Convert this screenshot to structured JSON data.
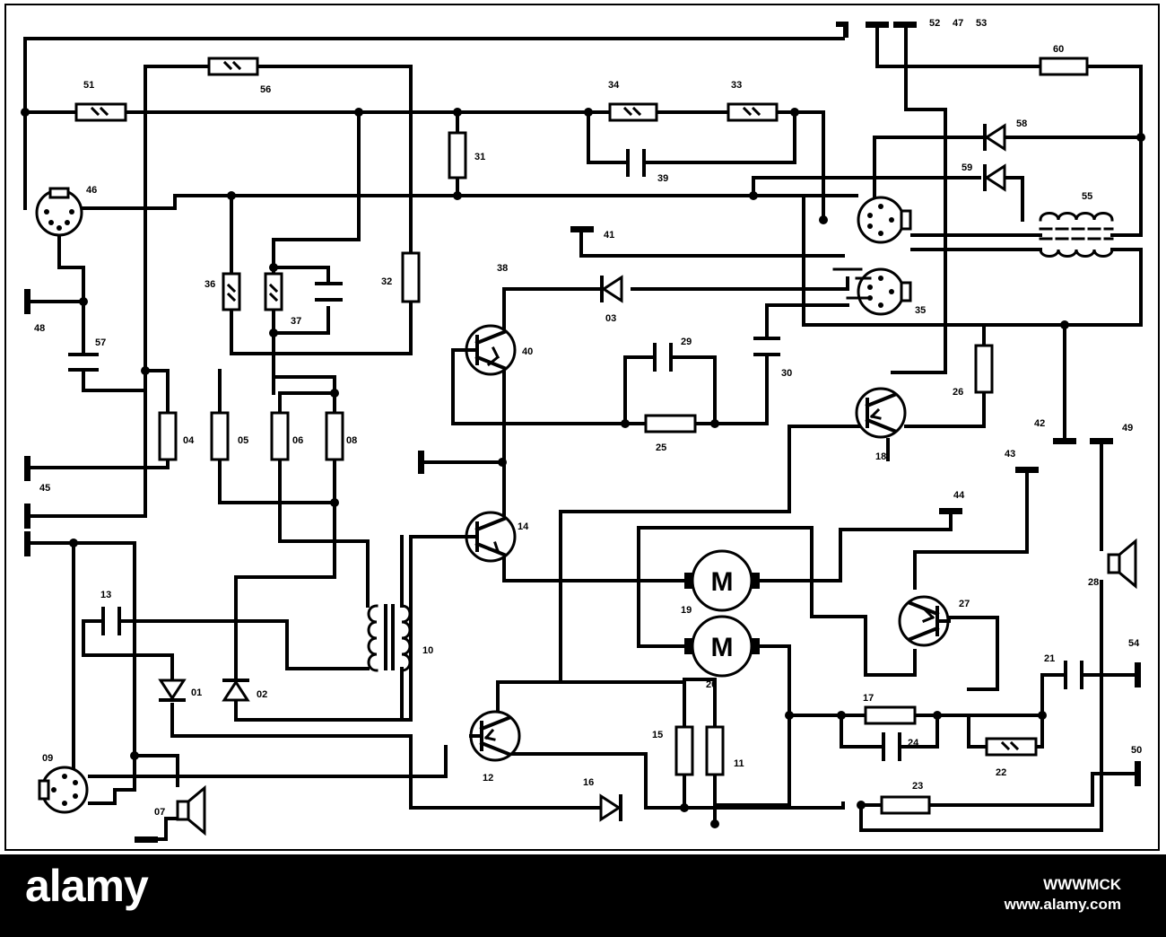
{
  "diagram": {
    "labels": [
      {
        "id": "52"
      },
      {
        "id": "47"
      },
      {
        "id": "53"
      },
      {
        "id": "60"
      },
      {
        "id": "51"
      },
      {
        "id": "56"
      },
      {
        "id": "34"
      },
      {
        "id": "33"
      },
      {
        "id": "58"
      },
      {
        "id": "59"
      },
      {
        "id": "55"
      },
      {
        "id": "31"
      },
      {
        "id": "39"
      },
      {
        "id": "46"
      },
      {
        "id": "41"
      },
      {
        "id": "38"
      },
      {
        "id": "36"
      },
      {
        "id": "37"
      },
      {
        "id": "32"
      },
      {
        "id": "03"
      },
      {
        "id": "35"
      },
      {
        "id": "48"
      },
      {
        "id": "57"
      },
      {
        "id": "40"
      },
      {
        "id": "29"
      },
      {
        "id": "30"
      },
      {
        "id": "26"
      },
      {
        "id": "04"
      },
      {
        "id": "05"
      },
      {
        "id": "06"
      },
      {
        "id": "08"
      },
      {
        "id": "25"
      },
      {
        "id": "18"
      },
      {
        "id": "42"
      },
      {
        "id": "49"
      },
      {
        "id": "45"
      },
      {
        "id": "43"
      },
      {
        "id": "44"
      },
      {
        "id": "14"
      },
      {
        "id": "19"
      },
      {
        "id": "27"
      },
      {
        "id": "28"
      },
      {
        "id": "10"
      },
      {
        "id": "13"
      },
      {
        "id": "20"
      },
      {
        "id": "54"
      },
      {
        "id": "21"
      },
      {
        "id": "01"
      },
      {
        "id": "02"
      },
      {
        "id": "17"
      },
      {
        "id": "24"
      },
      {
        "id": "15"
      },
      {
        "id": "11"
      },
      {
        "id": "22"
      },
      {
        "id": "09"
      },
      {
        "id": "12"
      },
      {
        "id": "16"
      },
      {
        "id": "23"
      },
      {
        "id": "50"
      },
      {
        "id": "07"
      }
    ],
    "motor_symbol": "M"
  },
  "footer": {
    "brand": "alamy",
    "image_id": "WWWMCK",
    "site": "www.alamy.com"
  }
}
